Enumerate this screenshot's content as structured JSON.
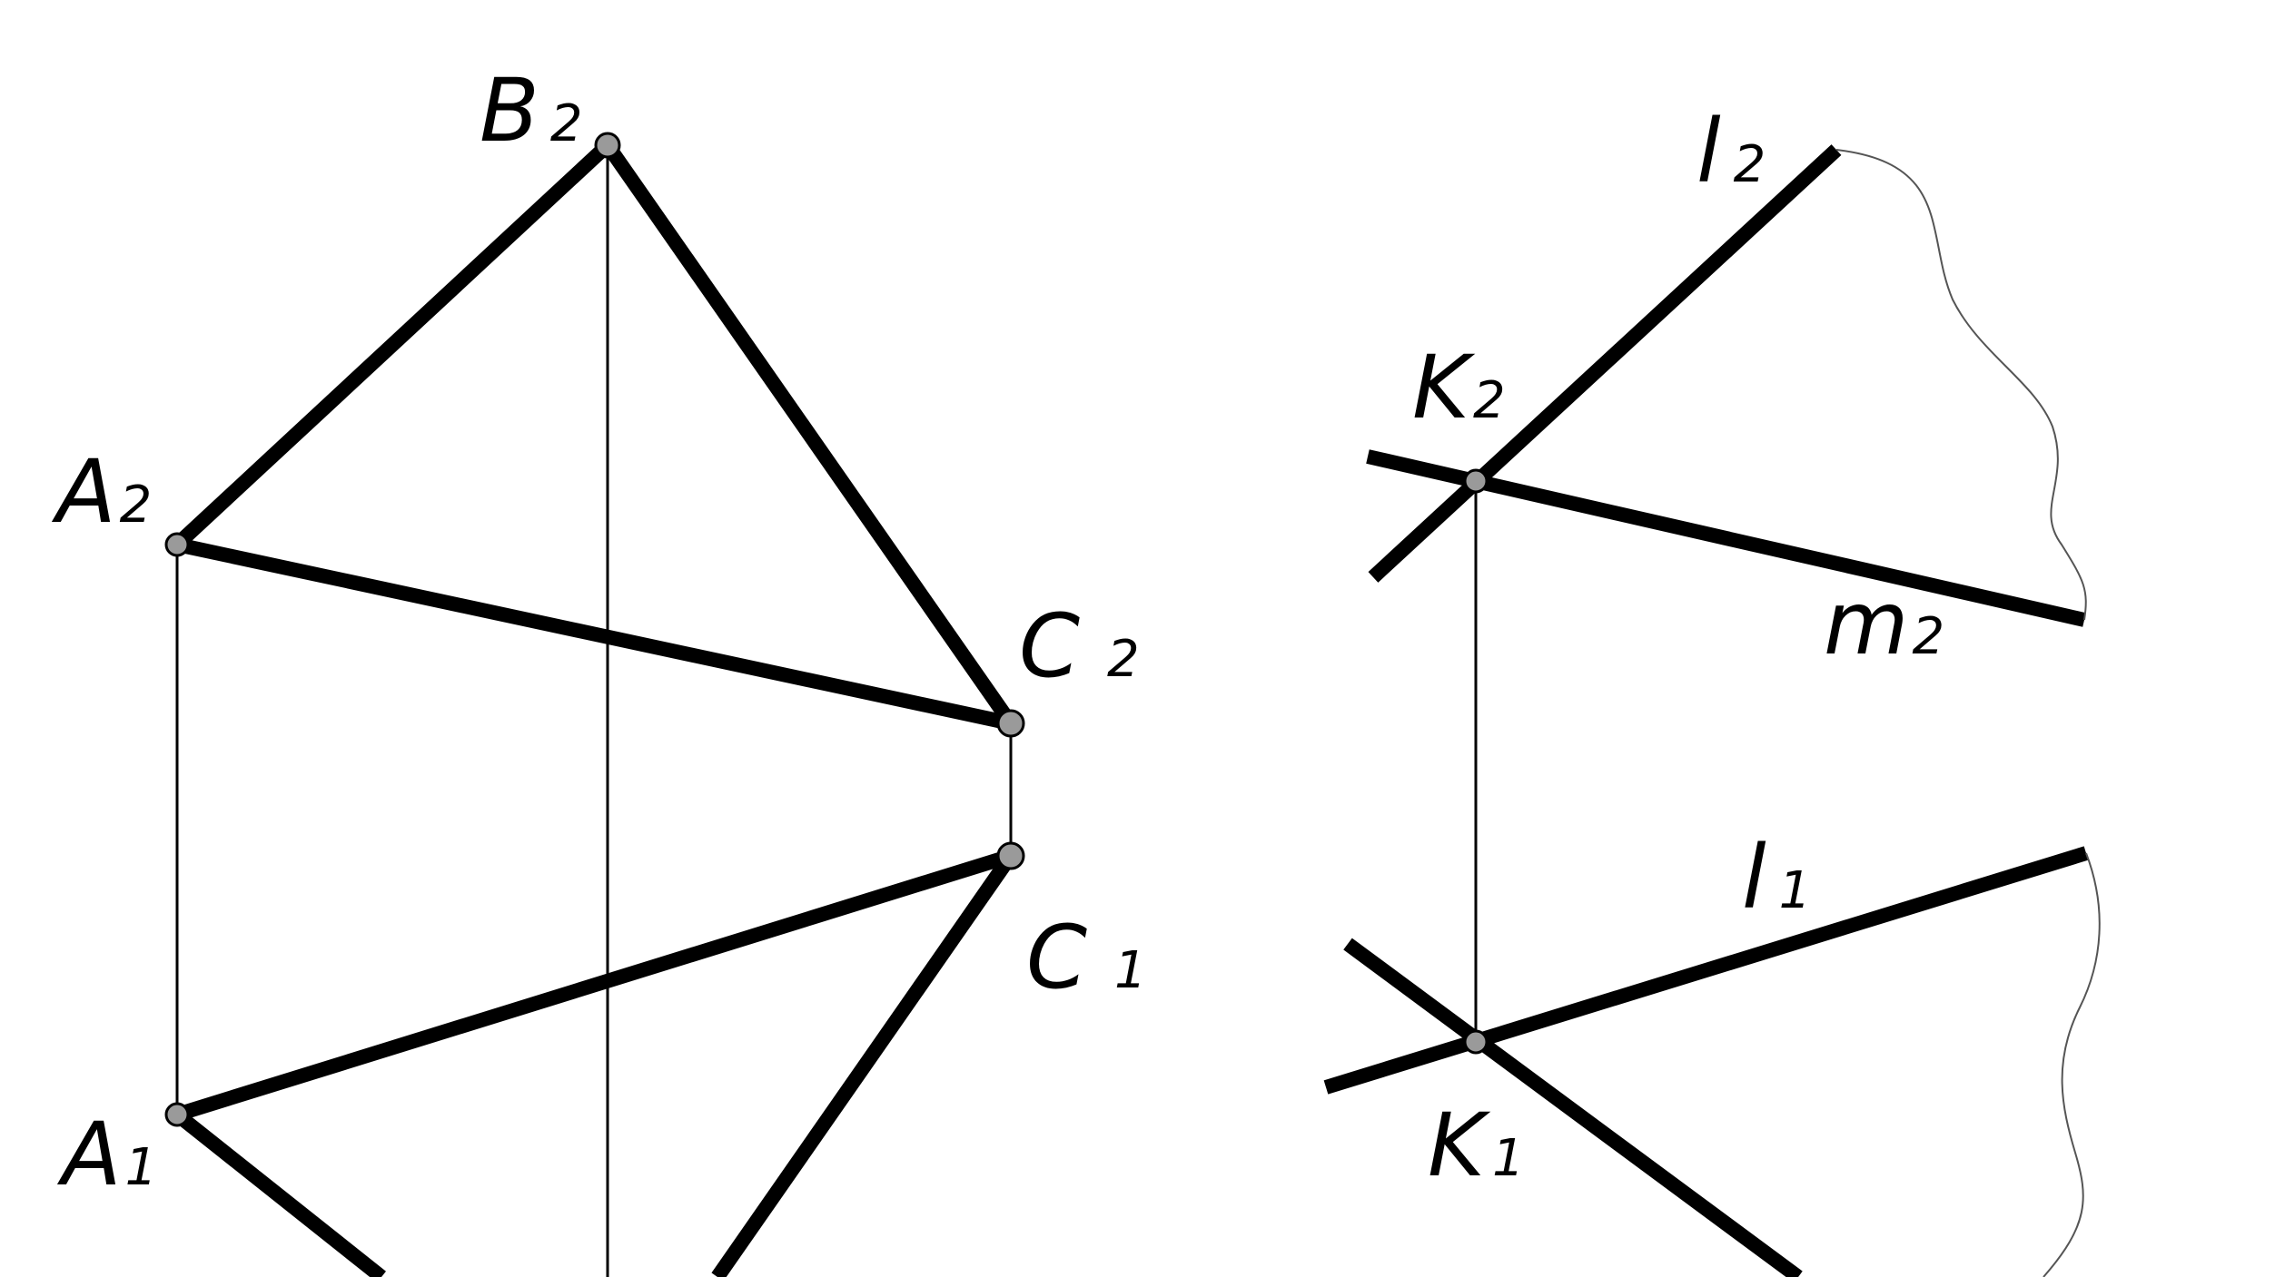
{
  "labels": {
    "A2": {
      "main": "A",
      "sub": "2"
    },
    "B2": {
      "main": "B",
      "sub": "2"
    },
    "C2": {
      "main": "C",
      "sub": "2"
    },
    "C1": {
      "main": "C",
      "sub": "1"
    },
    "A1": {
      "main": "A",
      "sub": "1"
    },
    "K2": {
      "main": "K",
      "sub": "2"
    },
    "K1": {
      "main": "K",
      "sub": "1"
    },
    "l2": {
      "main": "l",
      "sub": "2"
    },
    "m2": {
      "main": "m",
      "sub": "2"
    },
    "l1": {
      "main": "l",
      "sub": "1"
    }
  }
}
